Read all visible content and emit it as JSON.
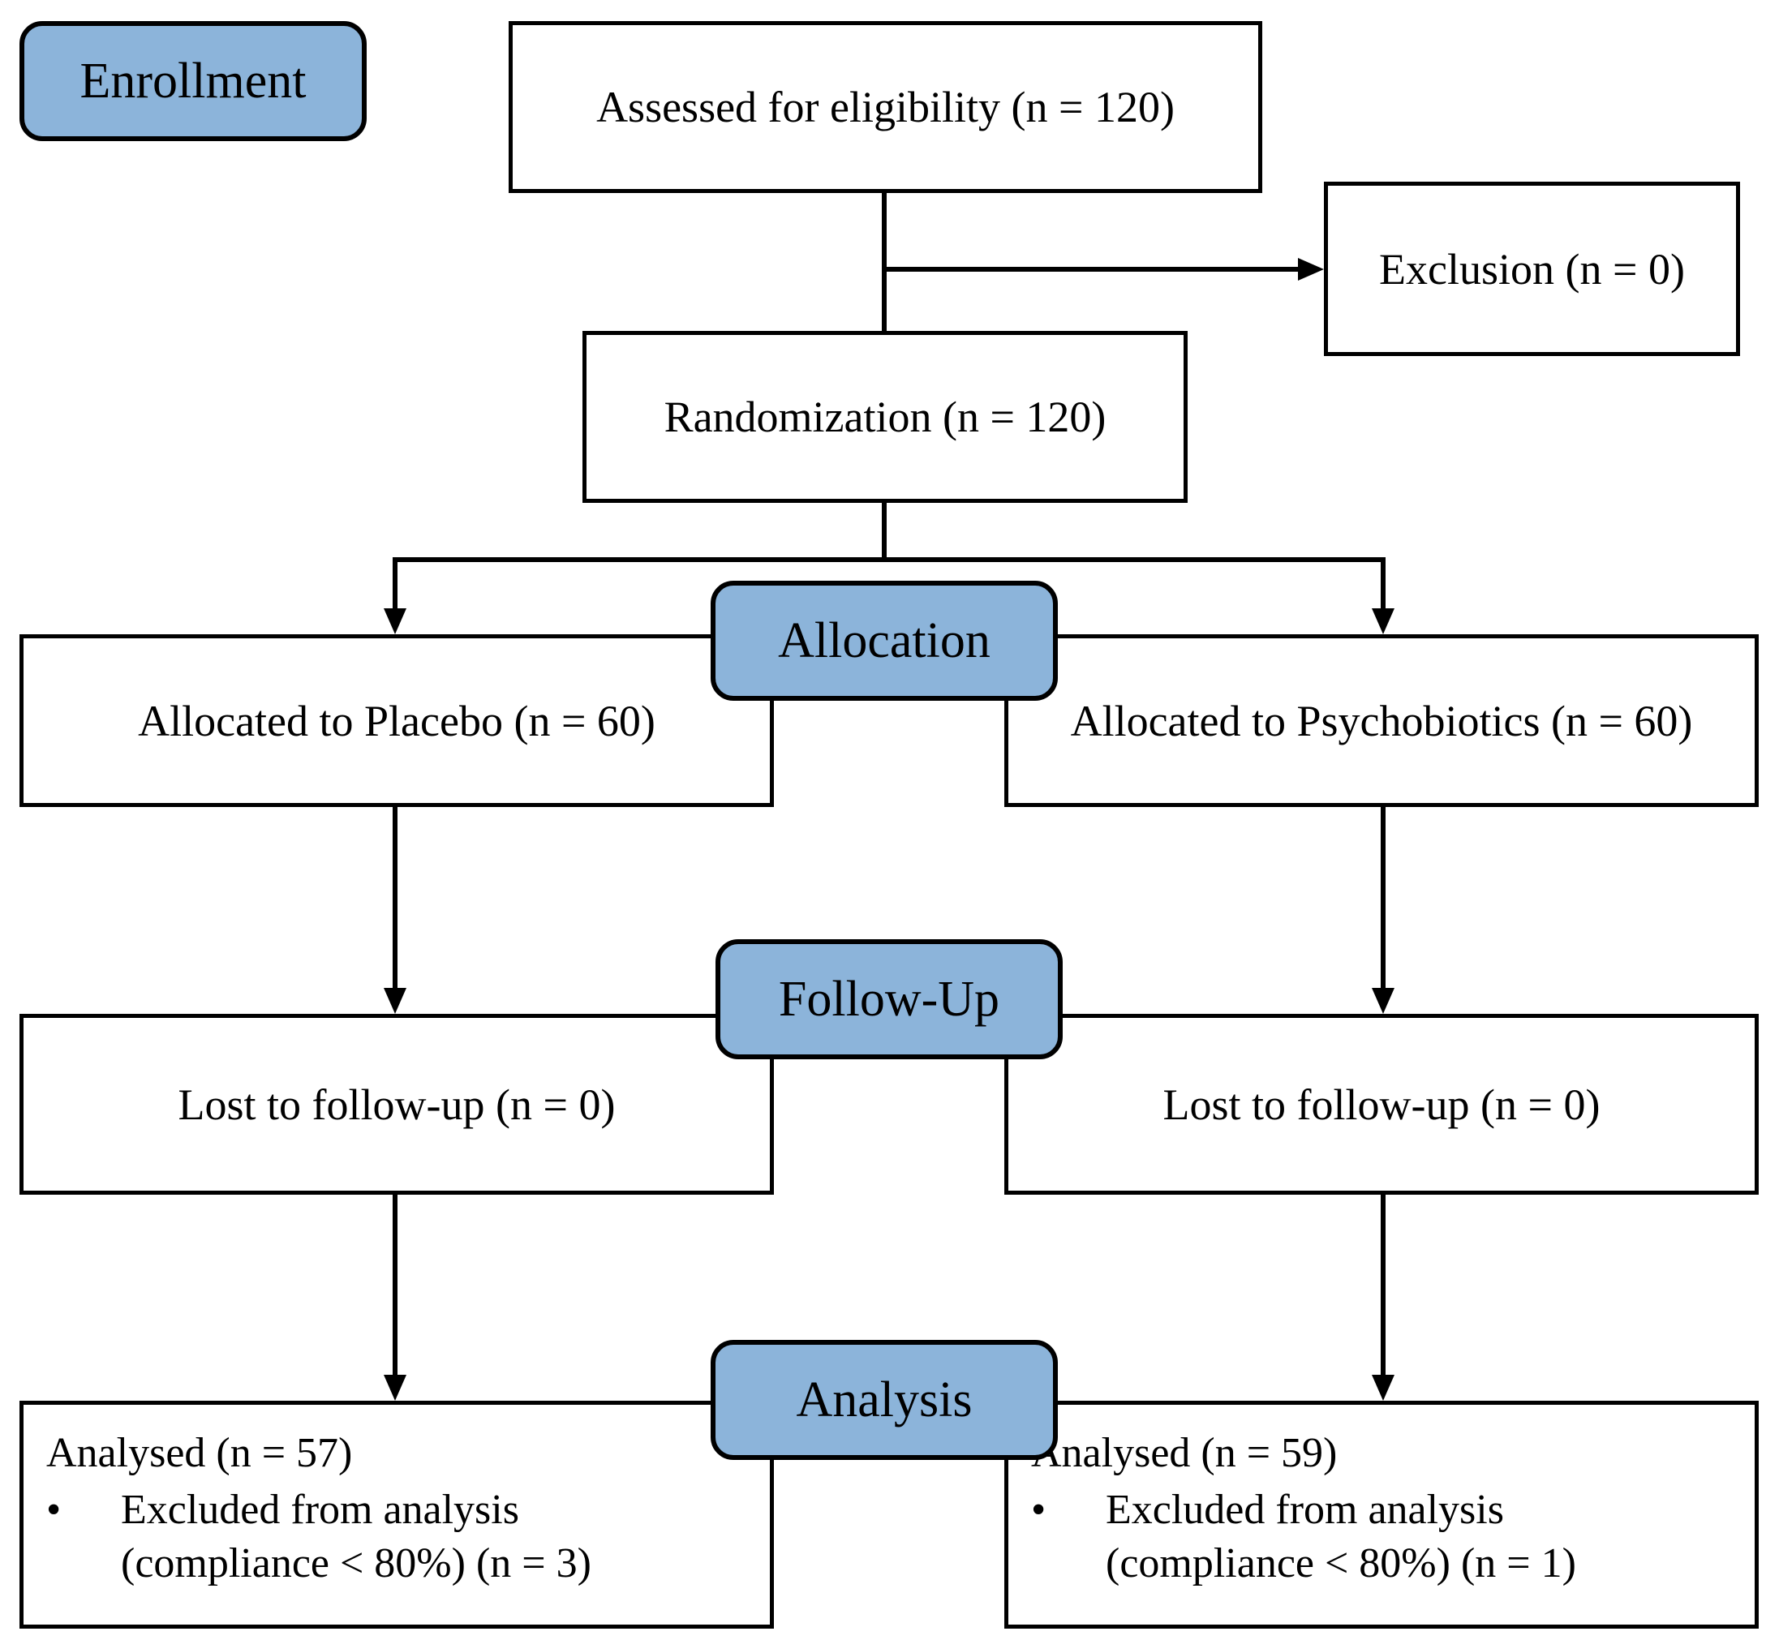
{
  "stages": {
    "enrollment": "Enrollment",
    "allocation": "Allocation",
    "follow_up": "Follow-Up",
    "analysis": "Analysis"
  },
  "enrollment": {
    "assessed": "Assessed for eligibility  (n = 120)",
    "exclusion": "Exclusion (n = 0)",
    "randomization": "Randomization (n = 120)"
  },
  "allocation": {
    "placebo": "Allocated to Placebo (n = 60)",
    "psychobiotics": "Allocated to Psychobiotics (n = 60)"
  },
  "follow_up": {
    "placebo": "Lost to follow-up (n = 0)",
    "psychobiotics": "Lost to follow-up (n = 0)"
  },
  "analysis": {
    "placebo": {
      "analysed": "Analysed (n = 57)",
      "bullet": "•",
      "excluded_line1": "Excluded from analysis",
      "excluded_line2": "(compliance < 80%) (n = 3)"
    },
    "psychobiotics": {
      "analysed": "Analysed (n  = 59)",
      "bullet": "•",
      "excluded_line1": "Excluded from analysis",
      "excluded_line2": "(compliance < 80%) (n = 1)"
    }
  },
  "colors": {
    "stage_fill": "#8cb4da",
    "line": "#000000",
    "box_fill": "#ffffff"
  }
}
